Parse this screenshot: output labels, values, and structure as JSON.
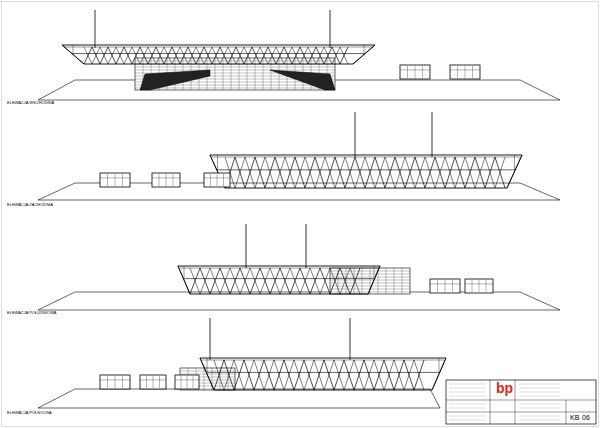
{
  "diagram": {
    "labels": [
      "ELEWACJA WSCHODNIA",
      "ELEWACJA ZACHODNIA",
      "ELEWACJA POŁUDNIOWA",
      "ELEWACJA PÓŁNOCNA",
      "bp",
      "KB",
      "06"
    ]
  }
}
